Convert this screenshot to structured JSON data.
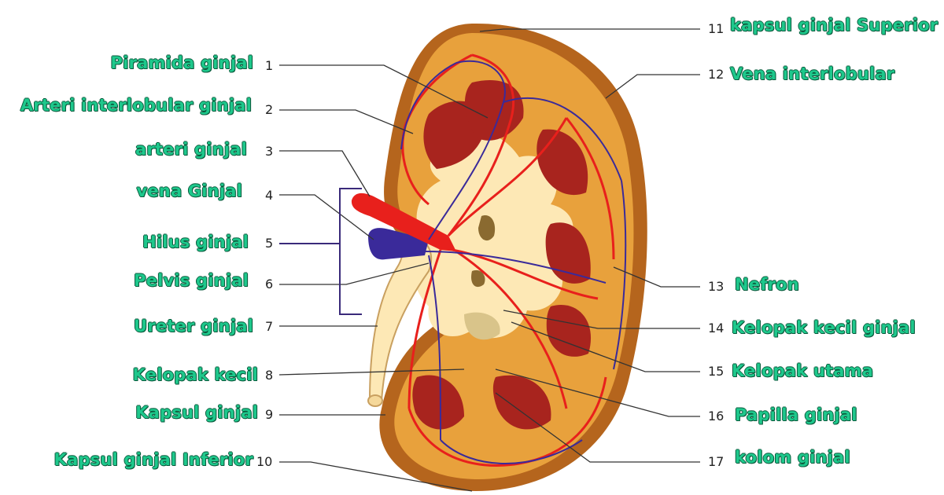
{
  "colors": {
    "label_text": "#1ec88c",
    "label_outline": "#0a5a3c",
    "capsule": "#b5651d",
    "cortex": "#e8a13c",
    "medulla": "#fde8b5",
    "pyramid": "#a8241e",
    "artery": "#e8201c",
    "vein": "#3a2a9a",
    "leader_line": "#333333",
    "bracket": "#3a2a7a"
  },
  "parts": [
    {
      "number": "1",
      "label": "Piramida ginjal"
    },
    {
      "number": "2",
      "label": "Arteri interlobular ginjal"
    },
    {
      "number": "3",
      "label": "arteri ginjal"
    },
    {
      "number": "4",
      "label": "vena Ginjal"
    },
    {
      "number": "5",
      "label": "Hilus ginjal"
    },
    {
      "number": "6",
      "label": "Pelvis ginjal"
    },
    {
      "number": "7",
      "label": "Ureter ginjal"
    },
    {
      "number": "8",
      "label": "Kelopak kecil"
    },
    {
      "number": "9",
      "label": "Kapsul ginjal"
    },
    {
      "number": "10",
      "label": "Kapsul ginjal Inferior"
    },
    {
      "number": "11",
      "label": "kapsul ginjal Superior"
    },
    {
      "number": "12",
      "label": "Vena interlobular"
    },
    {
      "number": "13",
      "label": "Nefron"
    },
    {
      "number": "14",
      "label": "Kelopak kecil ginjal"
    },
    {
      "number": "15",
      "label": "Kelopak utama"
    },
    {
      "number": "16",
      "label": "Papilla ginjal"
    },
    {
      "number": "17",
      "label": "kolom ginjal"
    }
  ]
}
